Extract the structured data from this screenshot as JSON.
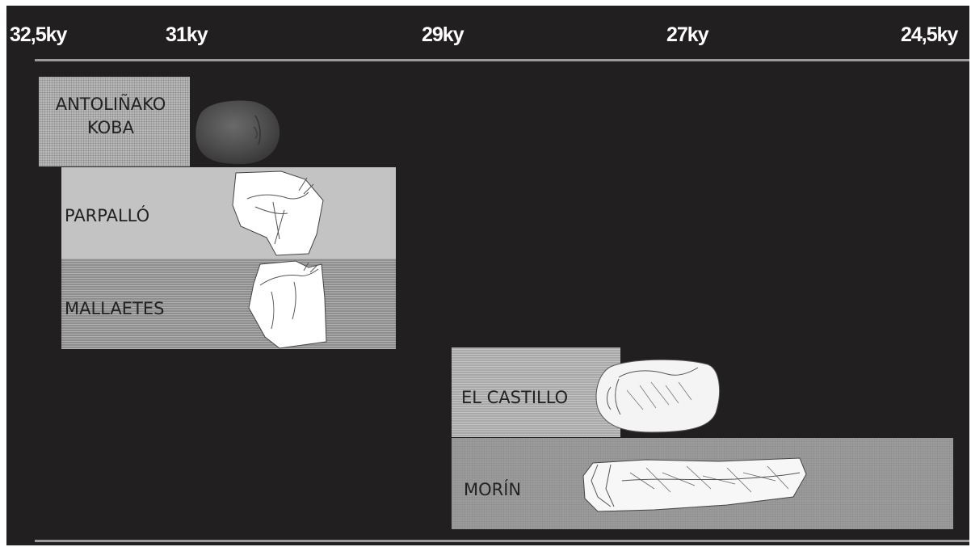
{
  "axis": {
    "ticks": [
      "32,5ky",
      "31ky",
      "29ky",
      "27ky",
      "24,5ky"
    ]
  },
  "sites": [
    {
      "label_lines": [
        "ANTOLIÑAKO",
        "KOBA"
      ],
      "artifact": "engraved-stone-photo"
    },
    {
      "label_lines": [
        "PARPALLÓ"
      ],
      "artifact": "engraved-plaquette-drawing"
    },
    {
      "label_lines": [
        "MALLAETES"
      ],
      "artifact": "engraved-plaquette-drawing"
    },
    {
      "label_lines": [
        "EL CASTILLO"
      ],
      "artifact": "engraved-pebble-drawing"
    },
    {
      "label_lines": [
        "MORÍN"
      ],
      "artifact": "engraved-bone-drawing"
    }
  ],
  "colors": {
    "background": "#221f20",
    "axis_text": "#ffffff",
    "rule": "#9a9a9a",
    "label_text": "#222222"
  }
}
